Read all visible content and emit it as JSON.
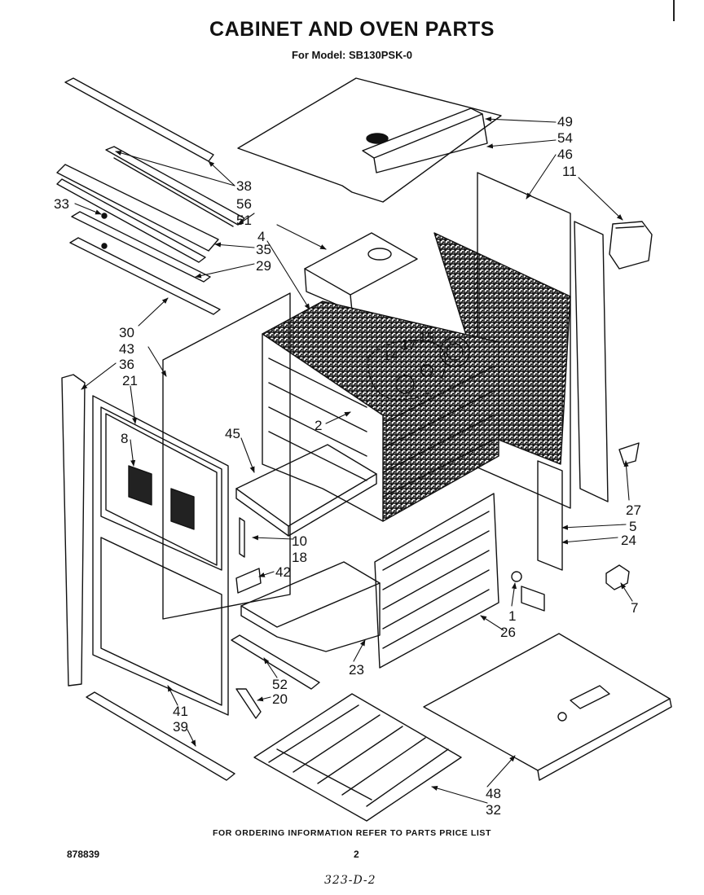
{
  "header": {
    "title": "CABINET AND OVEN PARTS",
    "subtitle": "For Model: SB130PSK-0"
  },
  "footer": {
    "note": "FOR ORDERING INFORMATION REFER TO PARTS PRICE LIST",
    "doc_number": "878839",
    "page_number": "2",
    "handwritten": "323-D-2"
  },
  "parts": {
    "p49": "49",
    "p54": "54",
    "p46": "46",
    "p11": "11",
    "p38": "38",
    "p56": "56",
    "p51": "51",
    "p4": "4",
    "p33": "33",
    "p35": "35",
    "p29": "29",
    "p30": "30",
    "p43": "43",
    "p36": "36",
    "p21": "21",
    "p17": "17",
    "p15": "15",
    "p14": "14",
    "p8": "8",
    "p2": "2",
    "p45": "45",
    "p27": "27",
    "p5": "5",
    "p24": "24",
    "p10": "10",
    "p18": "18",
    "p42": "42",
    "p1": "1",
    "p7": "7",
    "p26": "26",
    "p23": "23",
    "p52": "52",
    "p20": "20",
    "p41": "41",
    "p39": "39",
    "p48": "48",
    "p32": "32"
  }
}
